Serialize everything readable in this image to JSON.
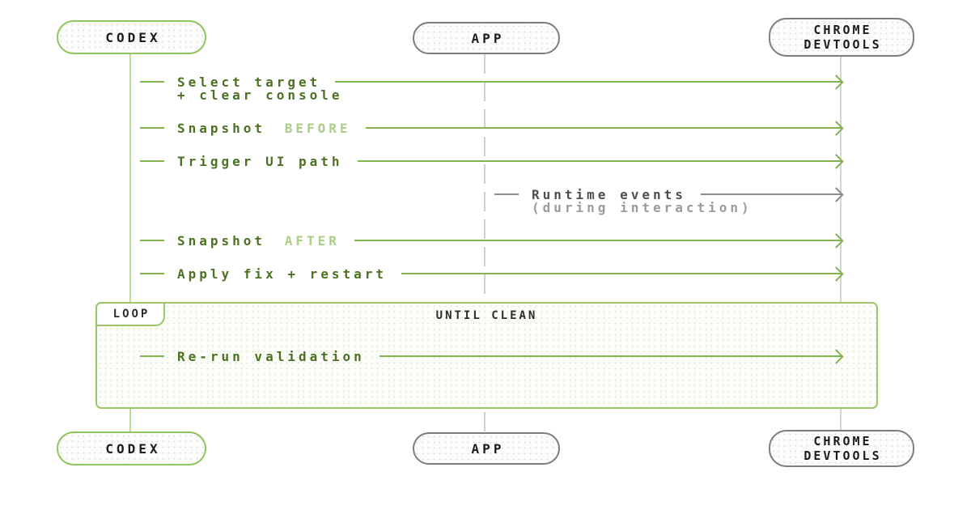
{
  "colors": {
    "accent_green_border": "#8fc45f",
    "accent_green_line": "#86b352",
    "green_text_dark": "#4c7122",
    "green_text_light": "#abce87",
    "green_lifeline": "#bcdb97",
    "gray_border": "#7d7d7d",
    "gray_line": "#8c8c8c",
    "gray_text_dark": "#4f4f4f",
    "gray_text_light": "#9b9b9b",
    "loop_border": "#9cc768",
    "box_text": "#1c1c1c"
  },
  "actors": [
    {
      "label": "CODEX"
    },
    {
      "label": "APP"
    },
    {
      "label_line1": "CHROME",
      "label_line2": "DEVTOOLS"
    }
  ],
  "messages": [
    {
      "label": "Select target",
      "label_line2": "+ clear console"
    },
    {
      "label": "Snapshot",
      "suffix": "BEFORE"
    },
    {
      "label": "Trigger UI path"
    },
    {
      "label": "Runtime events",
      "label_line2": "(during interaction)"
    },
    {
      "label": "Snapshot",
      "suffix": "AFTER"
    },
    {
      "label": "Apply fix + restart"
    },
    {
      "label": "Re-run validation"
    }
  ],
  "loop": {
    "title": "LOOP",
    "condition": "UNTIL CLEAN"
  }
}
